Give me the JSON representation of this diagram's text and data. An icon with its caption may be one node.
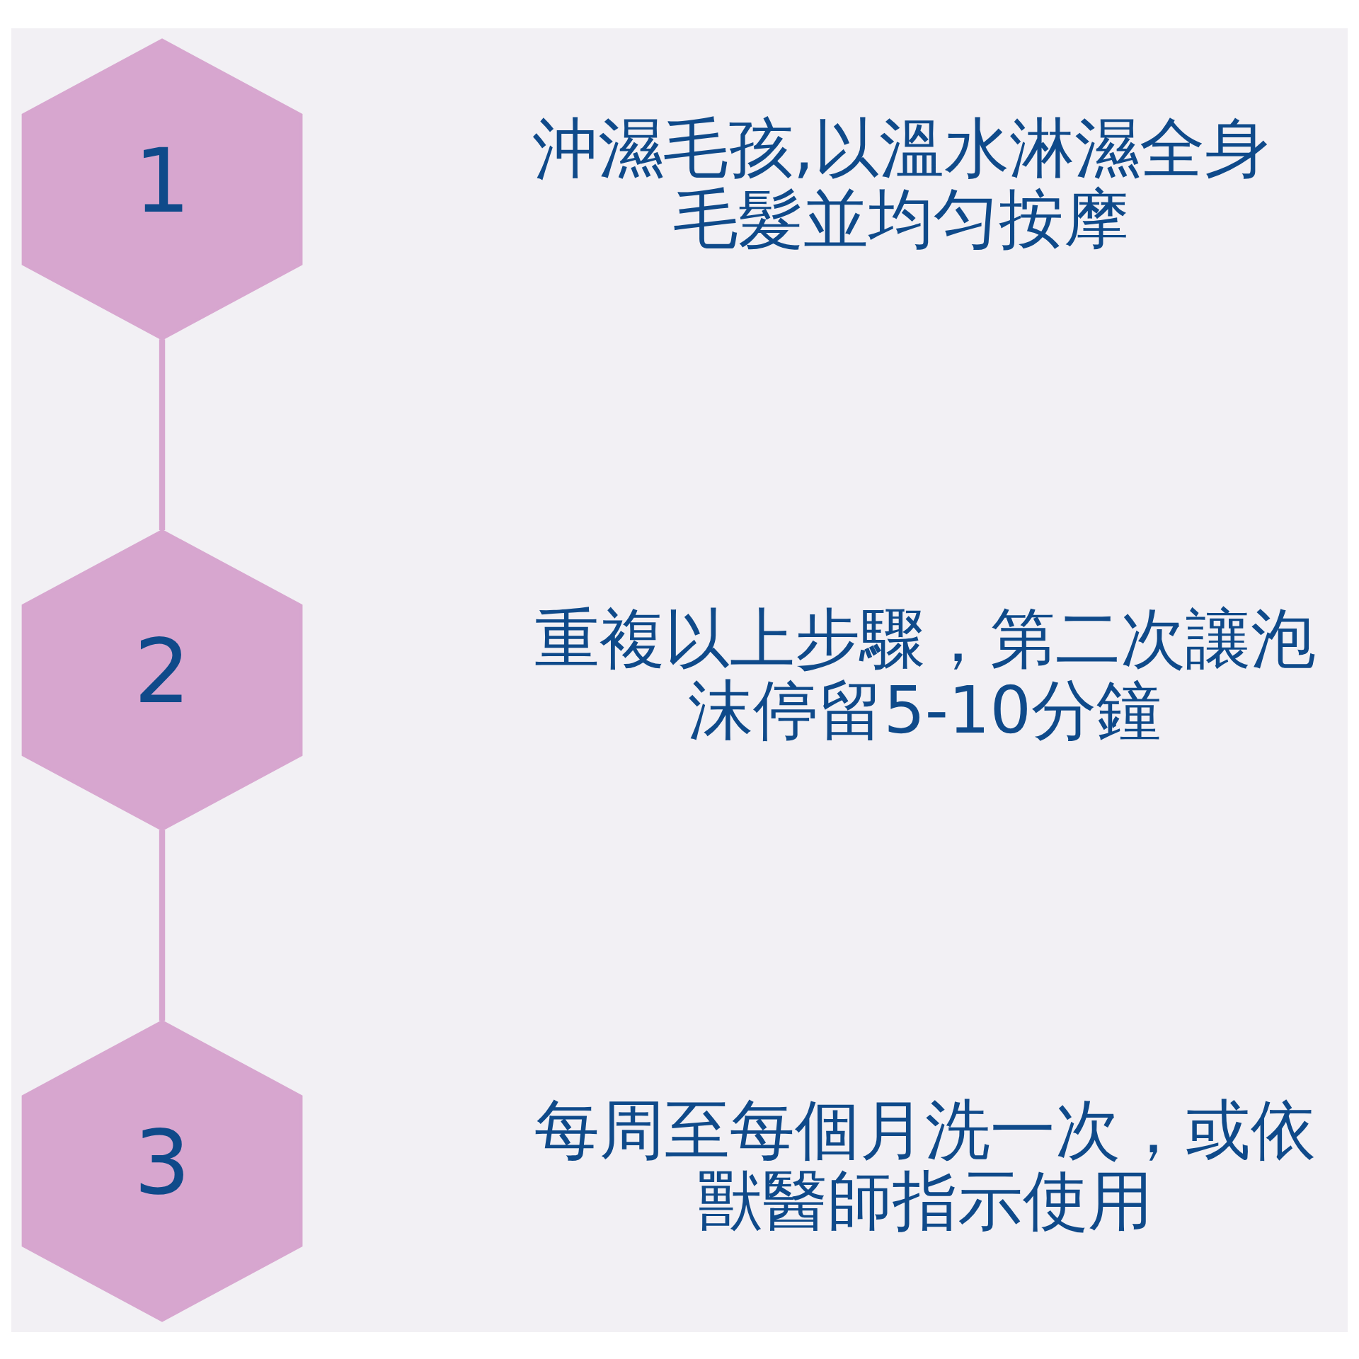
{
  "diagram": {
    "nodes": [
      {
        "text": [
          "1"
        ],
        "beside": [
          "沖濕毛孩,以溫水淋濕全身毛髮並均匀按摩"
        ]
      },
      {
        "text": [
          "2"
        ],
        "beside": [
          "重複以上步驟，第二次讓泡沫停留5-10分鐘"
        ]
      },
      {
        "text": [
          "3"
        ],
        "beside": [
          "每周至每個月洗一次，或依獸醫師指示使用"
        ]
      }
    ],
    "edges": [
      {
        "from": 0,
        "to": 1,
        "arrow": "none"
      },
      {
        "from": 1,
        "to": 2,
        "arrow": "none"
      }
    ]
  }
}
